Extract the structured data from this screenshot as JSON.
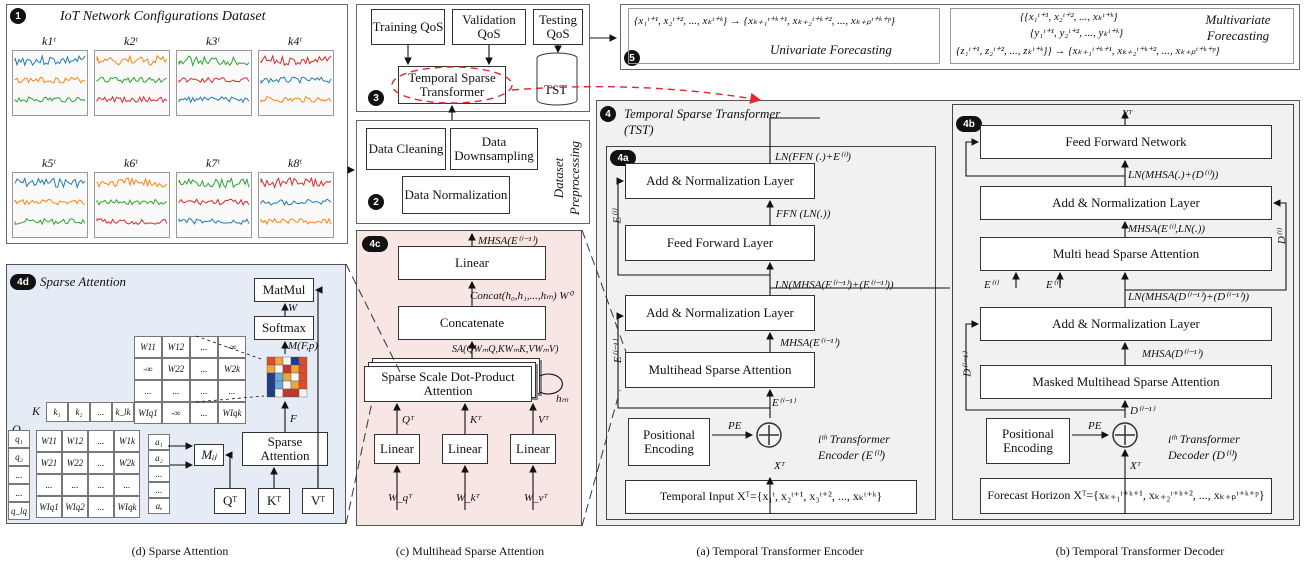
{
  "badges": {
    "b1": "1",
    "b2": "2",
    "b3": "3",
    "b4": "4",
    "b5": "5",
    "b4a": "4a",
    "b4b": "4b",
    "b4c": "4c",
    "b4d": "4d"
  },
  "dataset": {
    "title": "IoT Network Configurations Dataset",
    "k_labels": [
      "k1ᵗ",
      "k2ᵗ",
      "k3ᵗ",
      "k4ᵗ",
      "k5ᵗ",
      "k6ᵗ",
      "k7ᵗ",
      "k8ᵗ"
    ]
  },
  "qos": {
    "training": "Training QoS",
    "validation": "Validation QoS",
    "testing": "Testing QoS",
    "tst": "TST",
    "tst_box": "Temporal Sparse Transformer"
  },
  "preprocessing": {
    "cleaning": "Data Cleaning",
    "downsampling": "Data Downsampling",
    "normalization": "Data Normalization",
    "side_label": "Dataset Preprocessing"
  },
  "forecasting": {
    "uni_formula": "{x₁ᵗ⁺¹, x₂ᵗ⁺², ..., xₖᵗ⁺ᵏ} → {xₖ₊₁ᵗ⁺ᵏ⁺¹, xₖ₊₂ᵗ⁺ᵏ⁺², ..., xₖ₊ₚᵗ⁺ᵏ⁺ᵖ}",
    "uni_label": "Univariate Forecasting",
    "multi_line1": "{{x₁ᵗ⁺¹, x₂ᵗ⁺², ..., xₖᵗ⁺ᵏ}",
    "multi_line2": "{y₁ᵗ⁺¹, y₂ᵗ⁺², ..., yₖᵗ⁺ᵏ}",
    "multi_line3": "{z₁ᵗ⁺¹, z₂ᵗ⁺², ..., zₖᵗ⁺ᵏ}} → {xₖ₊₁ᵗ⁺ᵏ⁺¹, xₖ₊₂ᵗ⁺ᵏ⁺², ..., xₖ₊ₚᵗ⁺ᵏ⁺ᵖ}",
    "multi_label": "Multivariate Forecasting"
  },
  "tst_label": "Temporal Sparse Transformer (TST)",
  "encoder": {
    "add_norm_top": "Add & Normalization Layer",
    "ffn": "Feed Forward Layer",
    "add_norm_mid": "Add & Normalization Layer",
    "mhsa": "Multihead Sparse Attention",
    "pos_enc": "Positional Encoding",
    "temporal_input": "Temporal Input Xᵀ={x₁ᵗ, x₂ᵗ⁺¹, x₃ᵗ⁺², ..., xₖᵗ⁺ᵏ}",
    "l_top": "LN(FFN (.)+E⁽ⁱ⁾)",
    "l_ffn": "FFN (LN(.))",
    "l_ln": "LN(MHSA(E⁽ⁱ⁻¹⁾)+(E⁽ⁱ⁻¹⁾))",
    "l_mhsa": "MHSA(E⁽ⁱ⁻¹⁾)",
    "l_e": "E⁽ⁱ⁻¹⁾",
    "l_pe": "PE",
    "l_x": "Xᵀ",
    "l_side_top": "E⁽ⁱ⁾",
    "l_side_bot": "E⁽ⁱ⁻¹⁾",
    "enc_name": "iᵗʰ Transformer Encoder (E⁽ⁱ⁾)"
  },
  "decoder": {
    "ffn": "Feed Forward Network",
    "add_norm_top": "Add & Normalization Layer",
    "mhsa": "Multi head Sparse Attention",
    "add_norm_bot": "Add & Normalization Layer",
    "masked": "Masked Multihead Sparse Attention",
    "pos_enc": "Positional Encoding",
    "horizon": "Forecast Horizon Xᵀ={xₖ₊₁ᵗ⁺ᵏ⁺¹, xₖ₊₂ᵗ⁺ᵏ⁺², ..., xₖ₊ₚᵗ⁺ᵏ⁺ᵖ}",
    "l_y": "Yᵀ",
    "l_top": "LN(MHSA(.)+(D⁽ⁱ⁾))",
    "l_mhsa": "MHSA(E⁽ⁱ⁾,LN(.))",
    "l_ln": "LN(MHSA(D⁽ⁱ⁻¹⁾)+(D⁽ⁱ⁻¹⁾))",
    "l_masked": "MHSA(D⁽ⁱ⁻¹⁾)",
    "l_d": "D⁽ⁱ⁻¹⁾",
    "l_pe": "PE",
    "l_x": "Xᵀ",
    "l_e1": "E⁽ⁱ⁾",
    "l_e2": "E⁽ⁱ⁾",
    "l_side_top": "D⁽ⁱ⁾",
    "l_side_bot": "D⁽ⁱ⁻¹⁾",
    "dec_name": "iᵗʰ Transformer Decoder (D⁽ⁱ⁾)"
  },
  "multihead": {
    "linear_top": "Linear",
    "concat": "Concatenate",
    "sdpa": "Sparse Scale Dot-Product Attention",
    "linear_q": "Linear",
    "linear_k": "Linear",
    "linear_v": "Linear",
    "l_out": "MHSA(E⁽ⁱ⁻¹⁾)",
    "l_concat": "Concat(h₀,h₁,...,hₘ) W⁰",
    "l_sa": "SA(QWₘQ,KWₘK,VWₘV)",
    "l_hm": "hₘ",
    "l_q": "Qᵀ",
    "l_k": "Kᵀ",
    "l_v": "Vᵀ",
    "l_wq": "W_qᵀ",
    "l_wk": "W_kᵀ",
    "l_wv": "W_vᵀ"
  },
  "sparse": {
    "title": "Sparse Attention",
    "matmul": "MatMul",
    "softmax": "Softmax",
    "sparse_attn": "Sparse Attention",
    "l_w": "W",
    "l_m": "M(F,p)",
    "l_f": "F",
    "l_mij": "Mᵢⱼ",
    "q_in": "Qᵀ",
    "k_in": "Kᵀ",
    "v_in": "Vᵀ",
    "k_label": "K",
    "q_label": "Q",
    "k_row": [
      "k₁",
      "k₂",
      "...",
      "k_lk"
    ],
    "q_col": [
      "q₁",
      "q₂",
      "...",
      "...",
      "q_lq"
    ],
    "a_col": [
      "a₁",
      "a₂",
      "...",
      "...",
      "aₑ"
    ],
    "w_grid": [
      [
        "W11",
        "W12",
        "...",
        "W1k"
      ],
      [
        "W21",
        "W22",
        "...",
        "W2k"
      ],
      [
        "...",
        "...",
        "...",
        "..."
      ],
      [
        "WIq1",
        "WIq2",
        "...",
        "WIqk"
      ]
    ],
    "m_grid": [
      [
        "W11",
        "W12",
        "...",
        "-∞"
      ],
      [
        "-∞",
        "W22",
        "...",
        "W2k"
      ],
      [
        "...",
        "...",
        "...",
        "..."
      ],
      [
        "WIq1",
        "-∞",
        "...",
        "WIqk"
      ]
    ]
  },
  "captions": {
    "d": "(d) Sparse Attention",
    "c": "(c) Multihead Sparse Attention",
    "a": "(a) Temporal Transformer Encoder",
    "b": "(b) Temporal Transformer Decoder"
  },
  "colors": {
    "sparse_bg": "#e6ecf6",
    "multihead_bg": "#f7e6e4",
    "tst_bg": "#f1f1f1",
    "red_dash": "#e0282a"
  }
}
